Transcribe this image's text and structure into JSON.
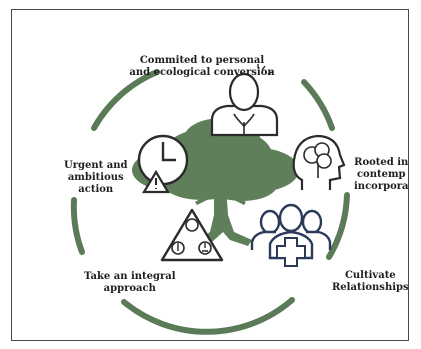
{
  "diagram": {
    "labels": {
      "top": [
        "Commited to personal",
        "and ecological conversion"
      ],
      "right": [
        "Rooted in",
        "contemp",
        "incorpora"
      ],
      "left": [
        "Urgent and",
        "ambitious",
        "action"
      ],
      "bottom_left": [
        "Take an integral",
        "approach"
      ],
      "bottom_right": [
        "Cultivate",
        "Relationships"
      ]
    },
    "icons": [
      "person-with-plant-icon",
      "head-with-tree-icon",
      "clock-with-warning-icon",
      "triangle-with-symbols-icon",
      "community-care-icon",
      "central-tree-icon"
    ],
    "colors": {
      "ring": "#5b7a57",
      "tree": "#5f7f5a",
      "text": "#1e1e1e",
      "icon_stroke": "#2b2b2b",
      "care_icon": "#2a3a5a"
    }
  }
}
